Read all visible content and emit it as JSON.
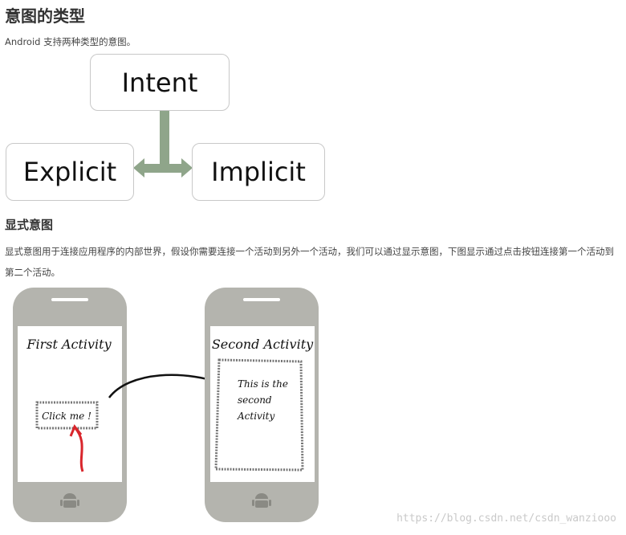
{
  "article": {
    "heading1": "意图的类型",
    "intro": "Android 支持两种类型的意图。",
    "heading2": "显式意图",
    "explicit_desc": "显式意图用于连接应用程序的内部世界，假设你需要连接一个活动到另外一个活动，我们可以通过显示意图，下图显示通过点击按钮连接第一个活动到第二个活动。"
  },
  "diagram": {
    "top": "Intent",
    "left": "Explicit",
    "right": "Implicit",
    "connector_color": "#8fa58a"
  },
  "phones": {
    "first_title": "First Activity",
    "button_label": "Click me !",
    "second_title": "Second Activity",
    "second_text_line1": "This is the",
    "second_text_line2": "second",
    "second_text_line3": "Activity",
    "body_color": "#b4b4ae",
    "home_icon": "android-robot-icon",
    "arrow_color_red": "#d9262c"
  },
  "watermark": "https://blog.csdn.net/csdn_wanziooo"
}
